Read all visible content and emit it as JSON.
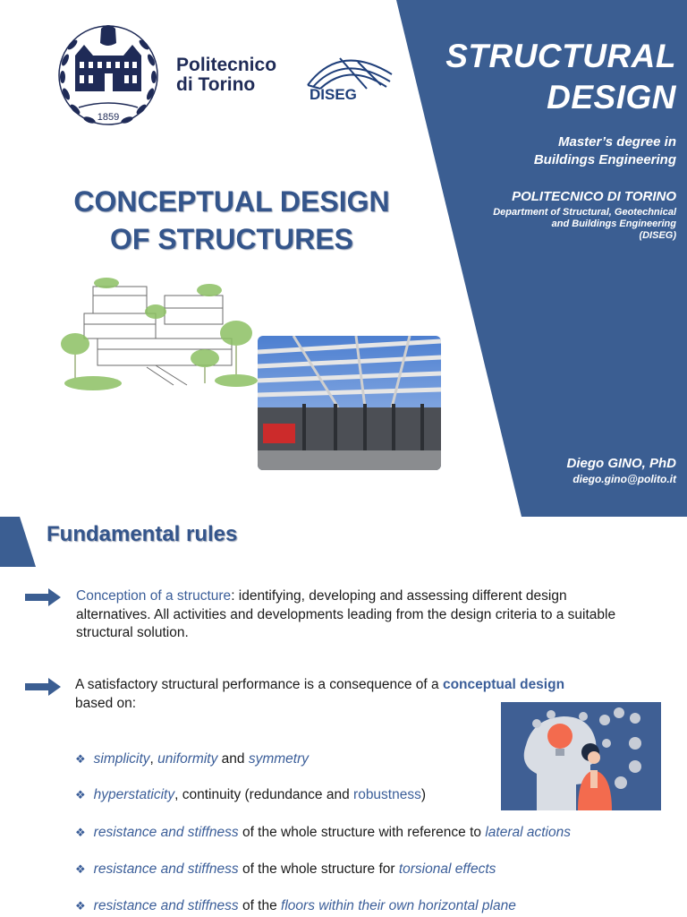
{
  "slide1": {
    "university_line1": "Politecnico",
    "university_line2": "di Torino",
    "seal_year": "1859",
    "diseg_logo_text": "DISEG",
    "course_title_line1": "STRUCTURAL",
    "course_title_line2": "DESIGN",
    "degree_line1": "Master’s degree in",
    "degree_line2": "Buildings Engineering",
    "institution": "POLITECNICO DI TORINO",
    "department_line1": "Department of Structural, Geotechnical",
    "department_line2": "and Buildings Engineering",
    "department_line3": "(DISEG)",
    "main_title_line1": "CONCEPTUAL DESIGN",
    "main_title_line2": "OF STRUCTURES",
    "author": "Diego GINO, PhD",
    "email": "diego.gino@polito.it",
    "colors": {
      "panel": "#3b5e92",
      "title": "#34558b",
      "logo_text": "#1f2b57"
    }
  },
  "slide2": {
    "title": "Fundamental rules",
    "point1": {
      "term": "Conception of a structure",
      "line1_rest": ": identifying, developing and assessing different design",
      "line2": "alternatives. All activities and developments leading from the design criteria to a suitable",
      "line3": "structural solution."
    },
    "point2": {
      "line1_start": "A satisfactory structural performance is a consequence of a ",
      "line1_bold": "conceptual design",
      "line2": "based on:"
    },
    "bullets": [
      {
        "a": "simplicity",
        "b": ", ",
        "c": "uniformity",
        "d": " and ",
        "e": "symmetry",
        "f": ""
      },
      {
        "a": "hyperstaticity",
        "b": ", continuity (redundance and ",
        "c": "robustness",
        "d": ")",
        "e": "",
        "f": ""
      },
      {
        "a": "resistance and stiffness",
        "b": " of the whole structure with reference to ",
        "c": "lateral actions",
        "d": "",
        "e": "",
        "f": ""
      },
      {
        "a": "resistance and stiffness",
        "b": " of the whole structure for ",
        "c": "torsional effects",
        "d": "",
        "e": "",
        "f": ""
      },
      {
        "a": "resistance and stiffness",
        "b": " of the ",
        "c": "floors within their own horizontal plane",
        "d": "",
        "e": "",
        "f": ""
      }
    ],
    "bullet_icon": "diamond-bullet-icon",
    "arrow_icon": "right-arrow-icon",
    "colors": {
      "accent": "#3b5e99",
      "illustration_bg": "#3f5f94"
    }
  }
}
